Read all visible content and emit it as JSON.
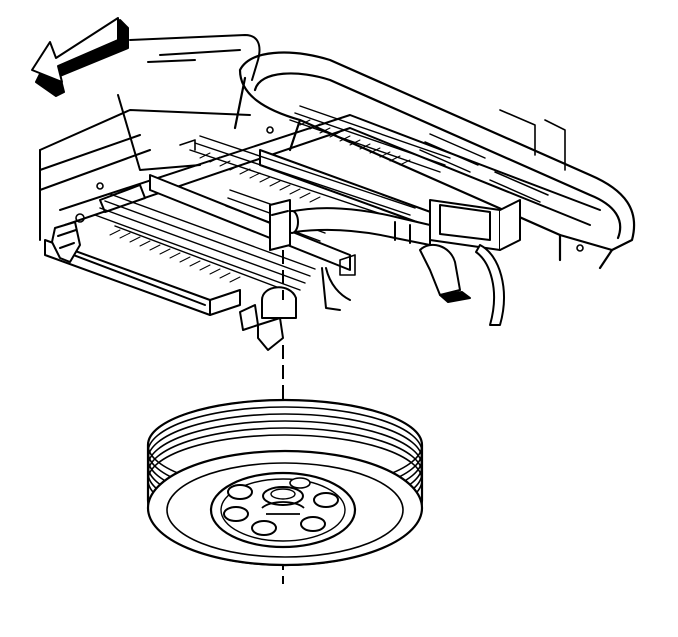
{
  "figure": {
    "kind": "line-drawing",
    "colors": {
      "ink": "#000000",
      "paper": "#ffffff"
    },
    "parts": {
      "direction_arrow": "front-direction-arrow",
      "vehicle": "truck-underbody",
      "spare_tire": "spare-tire",
      "hoist_cable": "hoist-cable",
      "retainer": "tire-retainer"
    }
  }
}
